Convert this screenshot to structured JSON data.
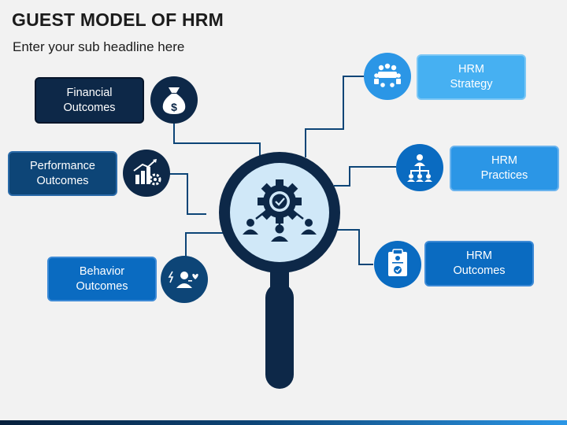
{
  "header": {
    "title": "GUEST MODEL OF HRM",
    "subtitle": "Enter your sub headline here"
  },
  "boxes": {
    "financial": {
      "line1": "Financial",
      "line2": "Outcomes"
    },
    "performance": {
      "line1": "Performance",
      "line2": "Outcomes"
    },
    "behavior": {
      "line1": "Behavior",
      "line2": "Outcomes"
    },
    "strategy": {
      "line1": "HRM",
      "line2": "Strategy"
    },
    "practices": {
      "line1": "HRM",
      "line2": "Practices"
    },
    "hrm_outcomes": {
      "line1": "HRM",
      "line2": "Outcomes"
    }
  },
  "icons": {
    "financial": "money-bag-icon",
    "performance": "growth-chart-gear-icon",
    "behavior": "person-emotions-icon",
    "strategy": "team-meeting-icon",
    "practices": "org-chart-icon",
    "hrm_outcomes": "clipboard-check-icon",
    "center": "gear-people-network-icon"
  },
  "colors": {
    "dark_navy": "#0d2848",
    "navy": "#0d4577",
    "mid_blue": "#0a6bc1",
    "blue": "#2b96e6",
    "light_blue": "#46b0f2",
    "connector": "#0d4577"
  }
}
